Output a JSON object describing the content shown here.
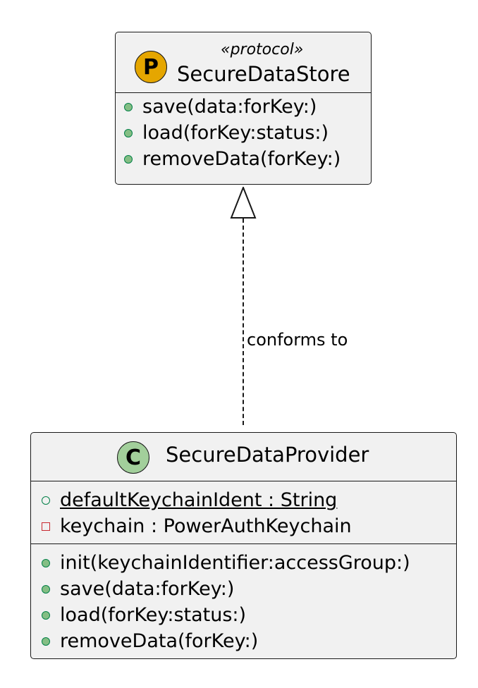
{
  "protocol": {
    "badge_letter": "P",
    "stereotype": "«protocol»",
    "name": "SecureDataStore",
    "methods": [
      {
        "visibility": "public",
        "text": "save(data:forKey:)"
      },
      {
        "visibility": "public",
        "text": "load(forKey:status:)"
      },
      {
        "visibility": "public",
        "text": "removeData(forKey:)"
      }
    ]
  },
  "class_node": {
    "badge_letter": "C",
    "name": "SecureDataProvider",
    "fields": [
      {
        "visibility": "public-static",
        "text": "defaultKeychainIdent : String"
      },
      {
        "visibility": "private",
        "text": "keychain : PowerAuthKeychain"
      }
    ],
    "methods": [
      {
        "visibility": "public",
        "text": "init(keychainIdentifier:accessGroup:)"
      },
      {
        "visibility": "public",
        "text": "save(data:forKey:)"
      },
      {
        "visibility": "public",
        "text": "load(forKey:status:)"
      },
      {
        "visibility": "public",
        "text": "removeData(forKey:)"
      }
    ]
  },
  "relation": {
    "label": "conforms to",
    "type": "realization"
  },
  "colors": {
    "box_fill": "#f1f1f1",
    "box_border": "#181818",
    "protocol_badge": "#e5a600",
    "class_badge": "#a2cf9b",
    "public_marker": "#84be84",
    "public_marker_border": "#038048",
    "private_marker_border": "#c82930"
  }
}
